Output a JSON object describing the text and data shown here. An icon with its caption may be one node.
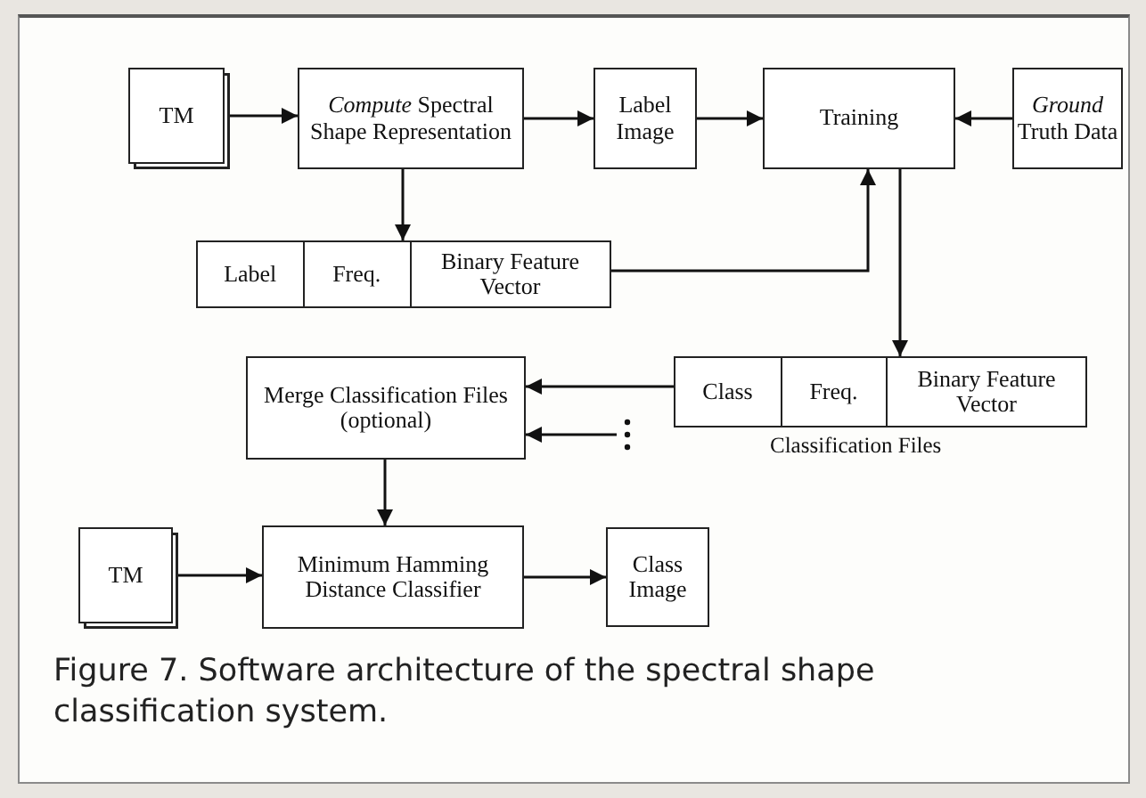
{
  "diagram": {
    "caption": "Figure 7. Software architecture of the spectral shape classification system.",
    "nodes": [
      {
        "text": [
          "TM"
        ]
      },
      {
        "text": [
          "*Compute* Spectral Shape Representation"
        ]
      },
      {
        "text": [
          "Label Image"
        ]
      },
      {
        "text": [
          "Training"
        ]
      },
      {
        "text": [
          "*Ground* Truth Data"
        ]
      },
      {
        "text": [
          "Label",
          "Freq.",
          "Binary Feature Vector"
        ]
      },
      {
        "text": [
          "Merge Classification Files (optional)"
        ]
      },
      {
        "text": [
          "Class",
          "Freq.",
          "Binary Feature Vector"
        ],
        "beside": [
          "Classification Files"
        ]
      },
      {
        "text": [
          "TM"
        ]
      },
      {
        "text": [
          "Minimum Hamming Distance Classifier"
        ]
      },
      {
        "text": [
          "Class Image"
        ]
      }
    ],
    "edges": [
      {
        "from": 0,
        "to": 1,
        "arrow": "to"
      },
      {
        "from": 1,
        "to": 2,
        "arrow": "to"
      },
      {
        "from": 2,
        "to": 3,
        "arrow": "to"
      },
      {
        "from": 4,
        "to": 3,
        "arrow": "to"
      },
      {
        "from": 1,
        "to": 5,
        "arrow": "to"
      },
      {
        "from": 5,
        "to": 3,
        "arrow": "to"
      },
      {
        "from": 3,
        "to": 7,
        "arrow": "to"
      },
      {
        "from": 7,
        "to": 6,
        "arrow": "to"
      },
      {
        "from": null,
        "to": 6,
        "arrow": "to"
      },
      {
        "from": 6,
        "to": 9,
        "arrow": "to"
      },
      {
        "from": 8,
        "to": 9,
        "arrow": "to"
      },
      {
        "from": 9,
        "to": 10,
        "arrow": "to"
      }
    ]
  }
}
